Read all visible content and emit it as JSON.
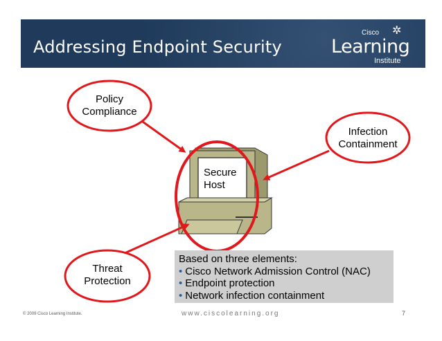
{
  "slide": {
    "title": "Addressing Endpoint Security",
    "page_number": "7"
  },
  "logo": {
    "cisco": "Cisco",
    "learning": "Learning",
    "institute": "Institute"
  },
  "labels": {
    "policy_line1": "Policy",
    "policy_line2": "Compliance",
    "infection_line1": "Infection",
    "infection_line2": "Containment",
    "threat_line1": "Threat",
    "threat_line2": "Protection",
    "host_line1": "Secure",
    "host_line2": "Host"
  },
  "elements": {
    "heading": "Based on three elements:",
    "items": [
      "Cisco Network Admission Control (NAC)",
      "Endpoint protection",
      "Network infection containment"
    ]
  },
  "footer": {
    "copyright": "© 2009 Cisco Learning Institute.",
    "website": "www.ciscolearning.org"
  },
  "colors": {
    "header_bg": "#1f3a5a",
    "accent_red": "#e0181b",
    "bullet_blue": "#1d5fa8",
    "box_gray": "#cfcfcf"
  }
}
